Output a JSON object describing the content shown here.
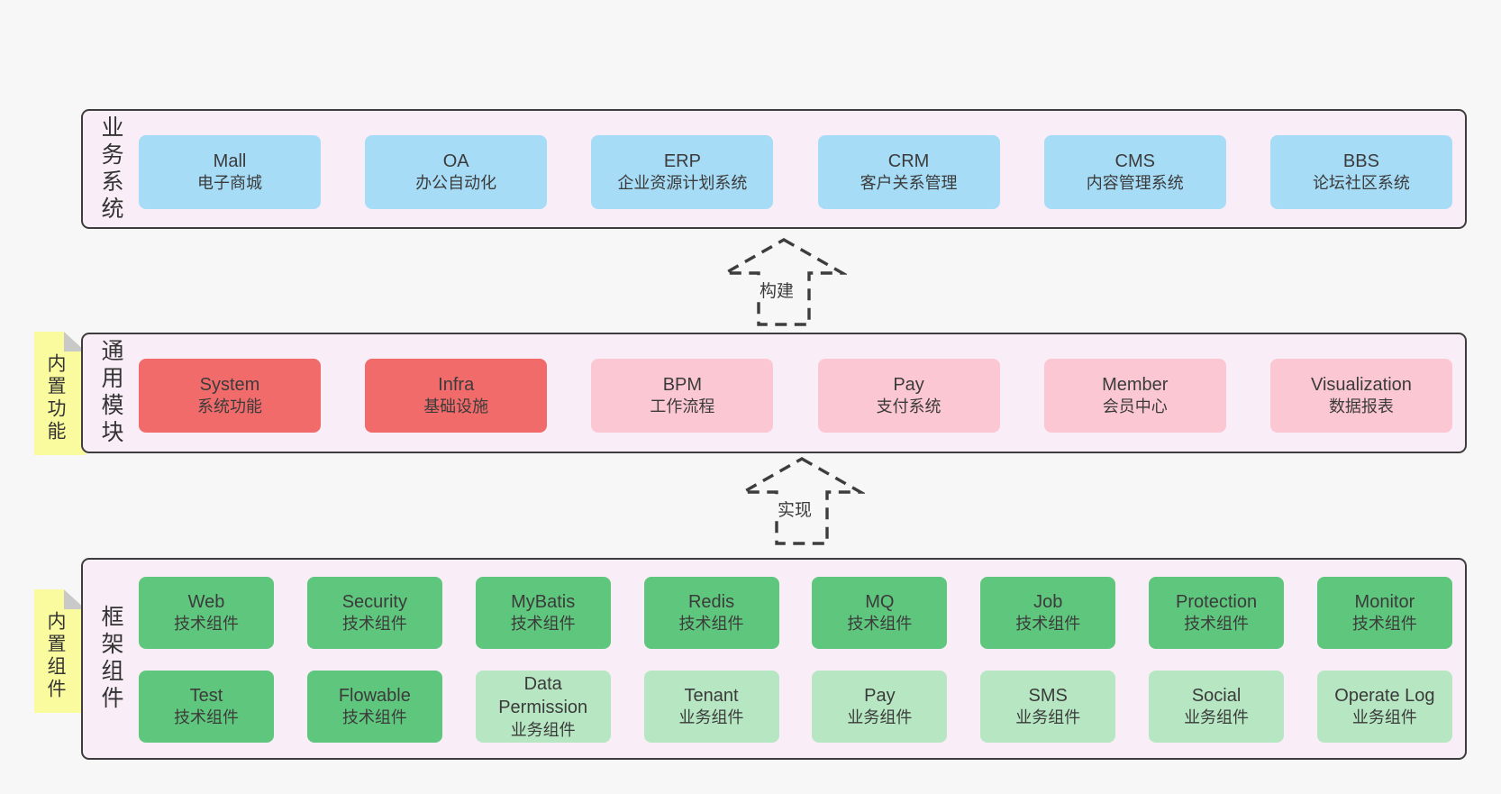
{
  "colors": {
    "page_bg": "#f7f7f7",
    "band_bg": "#f9eef7",
    "band_border": "#3d3d3d",
    "blue": "#a7dcf6",
    "red": "#f26b6b",
    "pink": "#fbc7d2",
    "green_dark": "#5fc77d",
    "green_light": "#b6e6c2",
    "sticky": "#fafa9e",
    "fold": "#c9c9c9",
    "text": "#3b3b3b"
  },
  "arrows": [
    {
      "label": "构建"
    },
    {
      "label": "实现"
    }
  ],
  "bands": {
    "business": {
      "label": "业务系统",
      "boxes": [
        {
          "name": "Mall",
          "desc": "电子商城"
        },
        {
          "name": "OA",
          "desc": "办公自动化"
        },
        {
          "name": "ERP",
          "desc": "企业资源计划系统"
        },
        {
          "name": "CRM",
          "desc": "客户关系管理"
        },
        {
          "name": "CMS",
          "desc": "内容管理系统"
        },
        {
          "name": "BBS",
          "desc": "论坛社区系统"
        }
      ]
    },
    "modules": {
      "label": "通用模块",
      "sticky": "内置功能",
      "boxes": [
        {
          "name": "System",
          "desc": "系统功能"
        },
        {
          "name": "Infra",
          "desc": "基础设施"
        },
        {
          "name": "BPM",
          "desc": "工作流程"
        },
        {
          "name": "Pay",
          "desc": "支付系统"
        },
        {
          "name": "Member",
          "desc": "会员中心"
        },
        {
          "name": "Visualization",
          "desc": "数据报表"
        }
      ]
    },
    "components": {
      "label": "框架组件",
      "sticky": "内置组件",
      "row1": [
        {
          "name": "Web",
          "desc": "技术组件"
        },
        {
          "name": "Security",
          "desc": "技术组件"
        },
        {
          "name": "MyBatis",
          "desc": "技术组件"
        },
        {
          "name": "Redis",
          "desc": "技术组件"
        },
        {
          "name": "MQ",
          "desc": "技术组件"
        },
        {
          "name": "Job",
          "desc": "技术组件"
        },
        {
          "name": "Protection",
          "desc": "技术组件"
        },
        {
          "name": "Monitor",
          "desc": "技术组件"
        }
      ],
      "row2": [
        {
          "name": "Test",
          "desc": "技术组件"
        },
        {
          "name": "Flowable",
          "desc": "技术组件"
        },
        {
          "name": "Data Permission",
          "desc": "业务组件"
        },
        {
          "name": "Tenant",
          "desc": "业务组件"
        },
        {
          "name": "Pay",
          "desc": "业务组件"
        },
        {
          "name": "SMS",
          "desc": "业务组件"
        },
        {
          "name": "Social",
          "desc": "业务组件"
        },
        {
          "name": "Operate Log",
          "desc": "业务组件"
        }
      ]
    }
  }
}
